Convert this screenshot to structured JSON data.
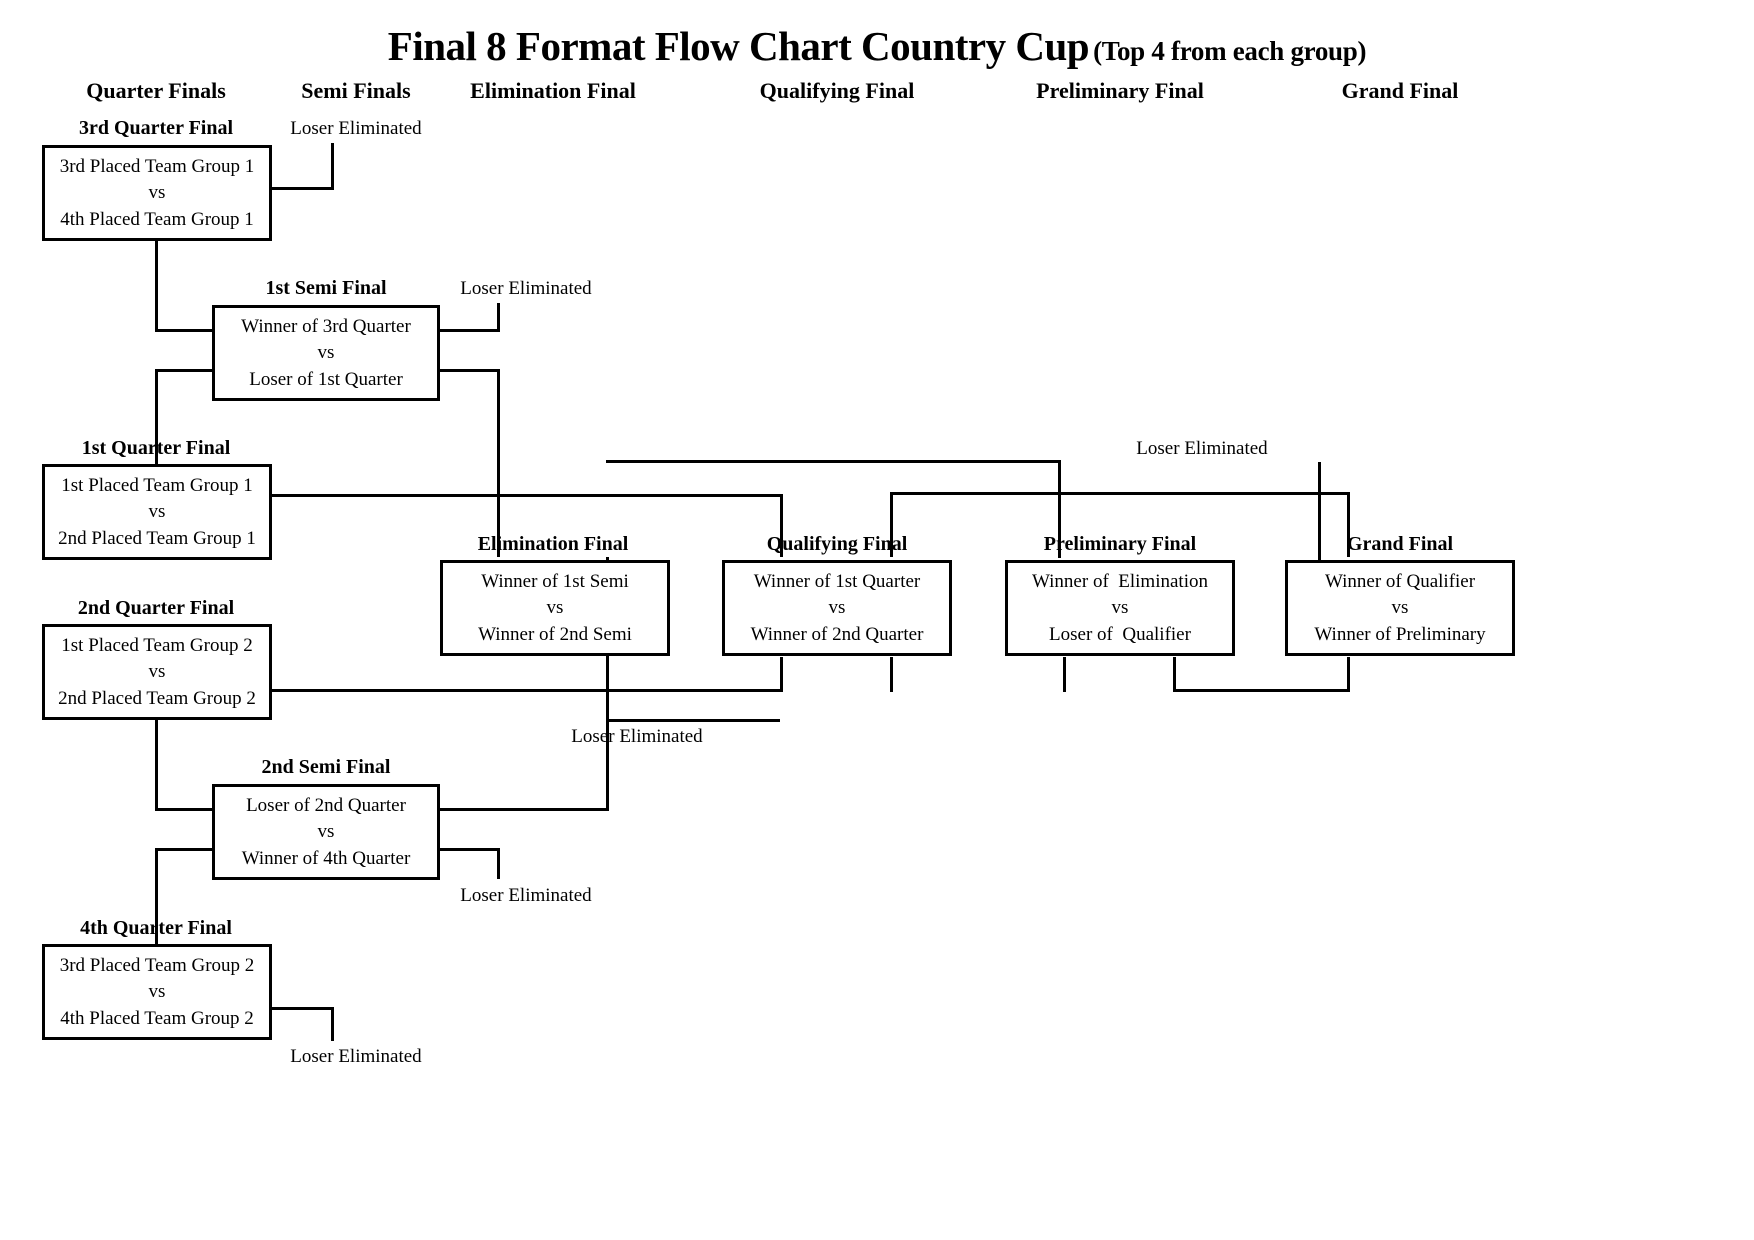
{
  "title": {
    "main": "Final 8 Format Flow Chart Country Cup",
    "sub": "(Top 4 from each group)"
  },
  "column_headers": [
    {
      "label": "Quarter Finals"
    },
    {
      "label": "Semi Finals"
    },
    {
      "label": "Elimination Final"
    },
    {
      "label": "Qualifying Final"
    },
    {
      "label": "Preliminary Final"
    },
    {
      "label": "Grand Final"
    }
  ],
  "boxes": {
    "qf3": {
      "title": "3rd Quarter Final",
      "top": "3rd Placed Team Group 1",
      "vs": "vs",
      "bottom": "4th Placed Team Group 1"
    },
    "sf1": {
      "title": "1st Semi Final",
      "top": "Winner of 3rd Quarter",
      "vs": "vs",
      "bottom": "Loser of 1st Quarter"
    },
    "qf1": {
      "title": "1st Quarter Final",
      "top": "1st Placed Team Group 1",
      "vs": "vs",
      "bottom": "2nd Placed Team Group 1"
    },
    "qf2": {
      "title": "2nd Quarter Final",
      "top": "1st Placed Team Group 2",
      "vs": "vs",
      "bottom": "2nd Placed Team Group 2"
    },
    "sf2": {
      "title": "2nd Semi Final",
      "top": "Loser of 2nd Quarter",
      "vs": "vs",
      "bottom": "Winner of 4th Quarter"
    },
    "qf4": {
      "title": "4th Quarter Final",
      "top": "3rd Placed Team Group 2",
      "vs": "vs",
      "bottom": "4th Placed Team Group 2"
    },
    "elim": {
      "title": "Elimination Final",
      "top": "Winner of 1st Semi",
      "vs": "vs",
      "bottom": "Winner of 2nd Semi"
    },
    "qual": {
      "title": "Qualifying Final",
      "top": "Winner of 1st Quarter",
      "vs": "vs",
      "bottom": "Winner of 2nd Quarter"
    },
    "prelim": {
      "title": "Preliminary Final",
      "top": "Winner of  Elimination",
      "vs": "vs",
      "bottom": "Loser of  Qualifier"
    },
    "grand": {
      "title": "Grand Final",
      "top": "Winner of Qualifier",
      "vs": "vs",
      "bottom": "Winner of Preliminary"
    }
  },
  "notes": {
    "elim_qf3": "Loser Eliminated",
    "elim_sf1": "Loser Eliminated",
    "elim_prelim": "Loser Eliminated",
    "elim_elimfinal": "Loser Eliminated",
    "elim_sf2": "Loser Eliminated",
    "elim_qf4": "Loser Eliminated"
  },
  "colors": {
    "stroke": "#000000",
    "background": "#ffffff",
    "text": "#000000"
  }
}
